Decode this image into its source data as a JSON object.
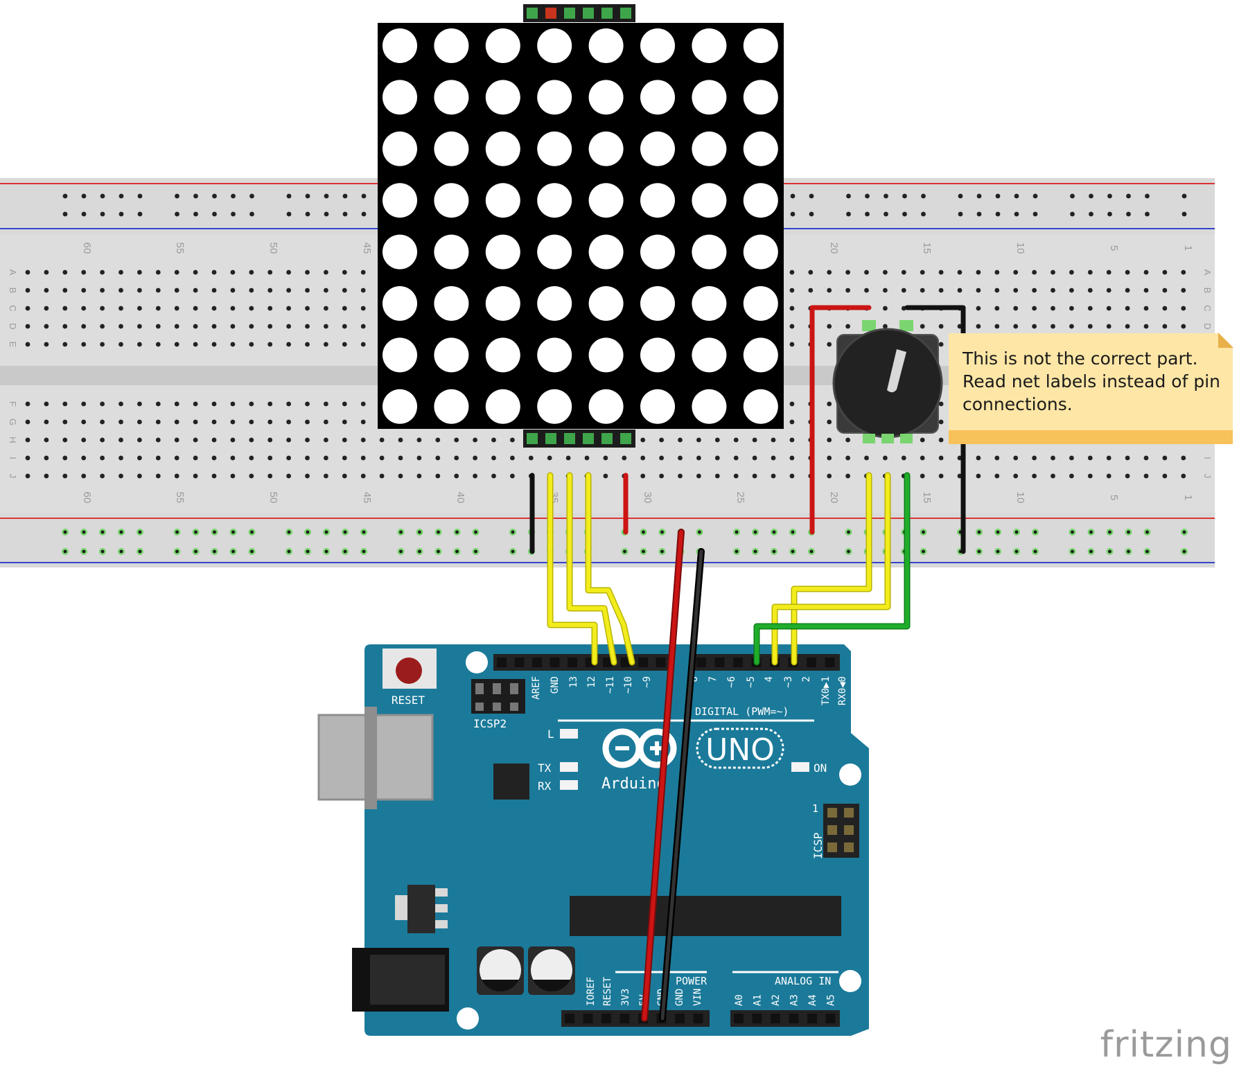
{
  "breadboard": {
    "column_numbers": [
      "60",
      "55",
      "50",
      "45",
      "40",
      "35",
      "30",
      "25",
      "20",
      "15",
      "10",
      "5",
      "1"
    ],
    "row_letters_top": [
      "A",
      "B",
      "C",
      "D",
      "E"
    ],
    "row_letters_bottom": [
      "F",
      "G",
      "H",
      "I",
      "J"
    ]
  },
  "arduino": {
    "reset_label": "RESET",
    "icsp2_label": "ICSP2",
    "icsp_label": "ICSP",
    "icsp_pin1": "1",
    "digital_pins": [
      "AREF",
      "GND",
      "13",
      "12",
      "~11",
      "~10",
      "~9",
      "8",
      "7",
      "~6",
      "~5",
      "4",
      "~3",
      "2",
      "TX0▶1",
      "RX0◀0"
    ],
    "digital_label": "DIGITAL (PWM=~)",
    "led_l": "L",
    "led_tx": "TX",
    "led_rx": "RX",
    "led_on": "ON",
    "uno": "UNO",
    "brand": "Arduino",
    "power_header": "POWER",
    "power_pins": [
      "IOREF",
      "RESET",
      "3V3",
      "5V",
      "GND",
      "GND",
      "VIN"
    ],
    "analog_header": "ANALOG IN",
    "analog_pins": [
      "A0",
      "A1",
      "A2",
      "A3",
      "A4",
      "A5"
    ]
  },
  "note": {
    "line1": "This is not the correct part.",
    "line2": "Read net labels instead of pin",
    "line3": "connections."
  },
  "watermark": "fritzing",
  "colors": {
    "board": "#1b7a9a",
    "breadboard": "#dcdcdc",
    "wire_yellow": "#f2ec1c",
    "wire_red": "#cc1414",
    "wire_black": "#111111",
    "wire_green": "#1fae2a",
    "note": "#fde6a6"
  }
}
